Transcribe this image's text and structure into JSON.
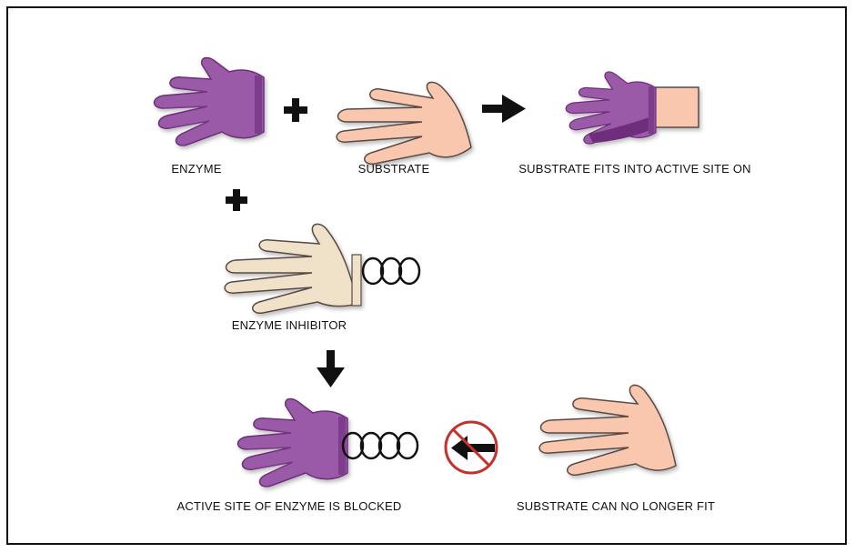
{
  "labels": {
    "enzyme": "ENZYME",
    "substrate": "SUBSTRATE",
    "fits": "SUBSTRATE FITS INTO ACTIVE SITE ON",
    "inhibitor": "ENZYME INHIBITOR",
    "blocked": "ACTIVE SITE OF ENZYME IS BLOCKED",
    "no_fit": "SUBSTRATE CAN NO LONGER FIT"
  },
  "colors": {
    "enzyme": "#9b5aa8",
    "enzyme_dark": "#6e2f7c",
    "substrate": "#f8c7ad",
    "inhibitor": "#f0e2c8",
    "outline": "#5a4a44",
    "prohibit": "#c4322c",
    "arrow": "#111111"
  },
  "icons": {
    "plus": "plus-icon",
    "arrow_right": "arrow-right-icon",
    "arrow_down": "arrow-down-icon",
    "no_entry": "no-entry-icon"
  }
}
